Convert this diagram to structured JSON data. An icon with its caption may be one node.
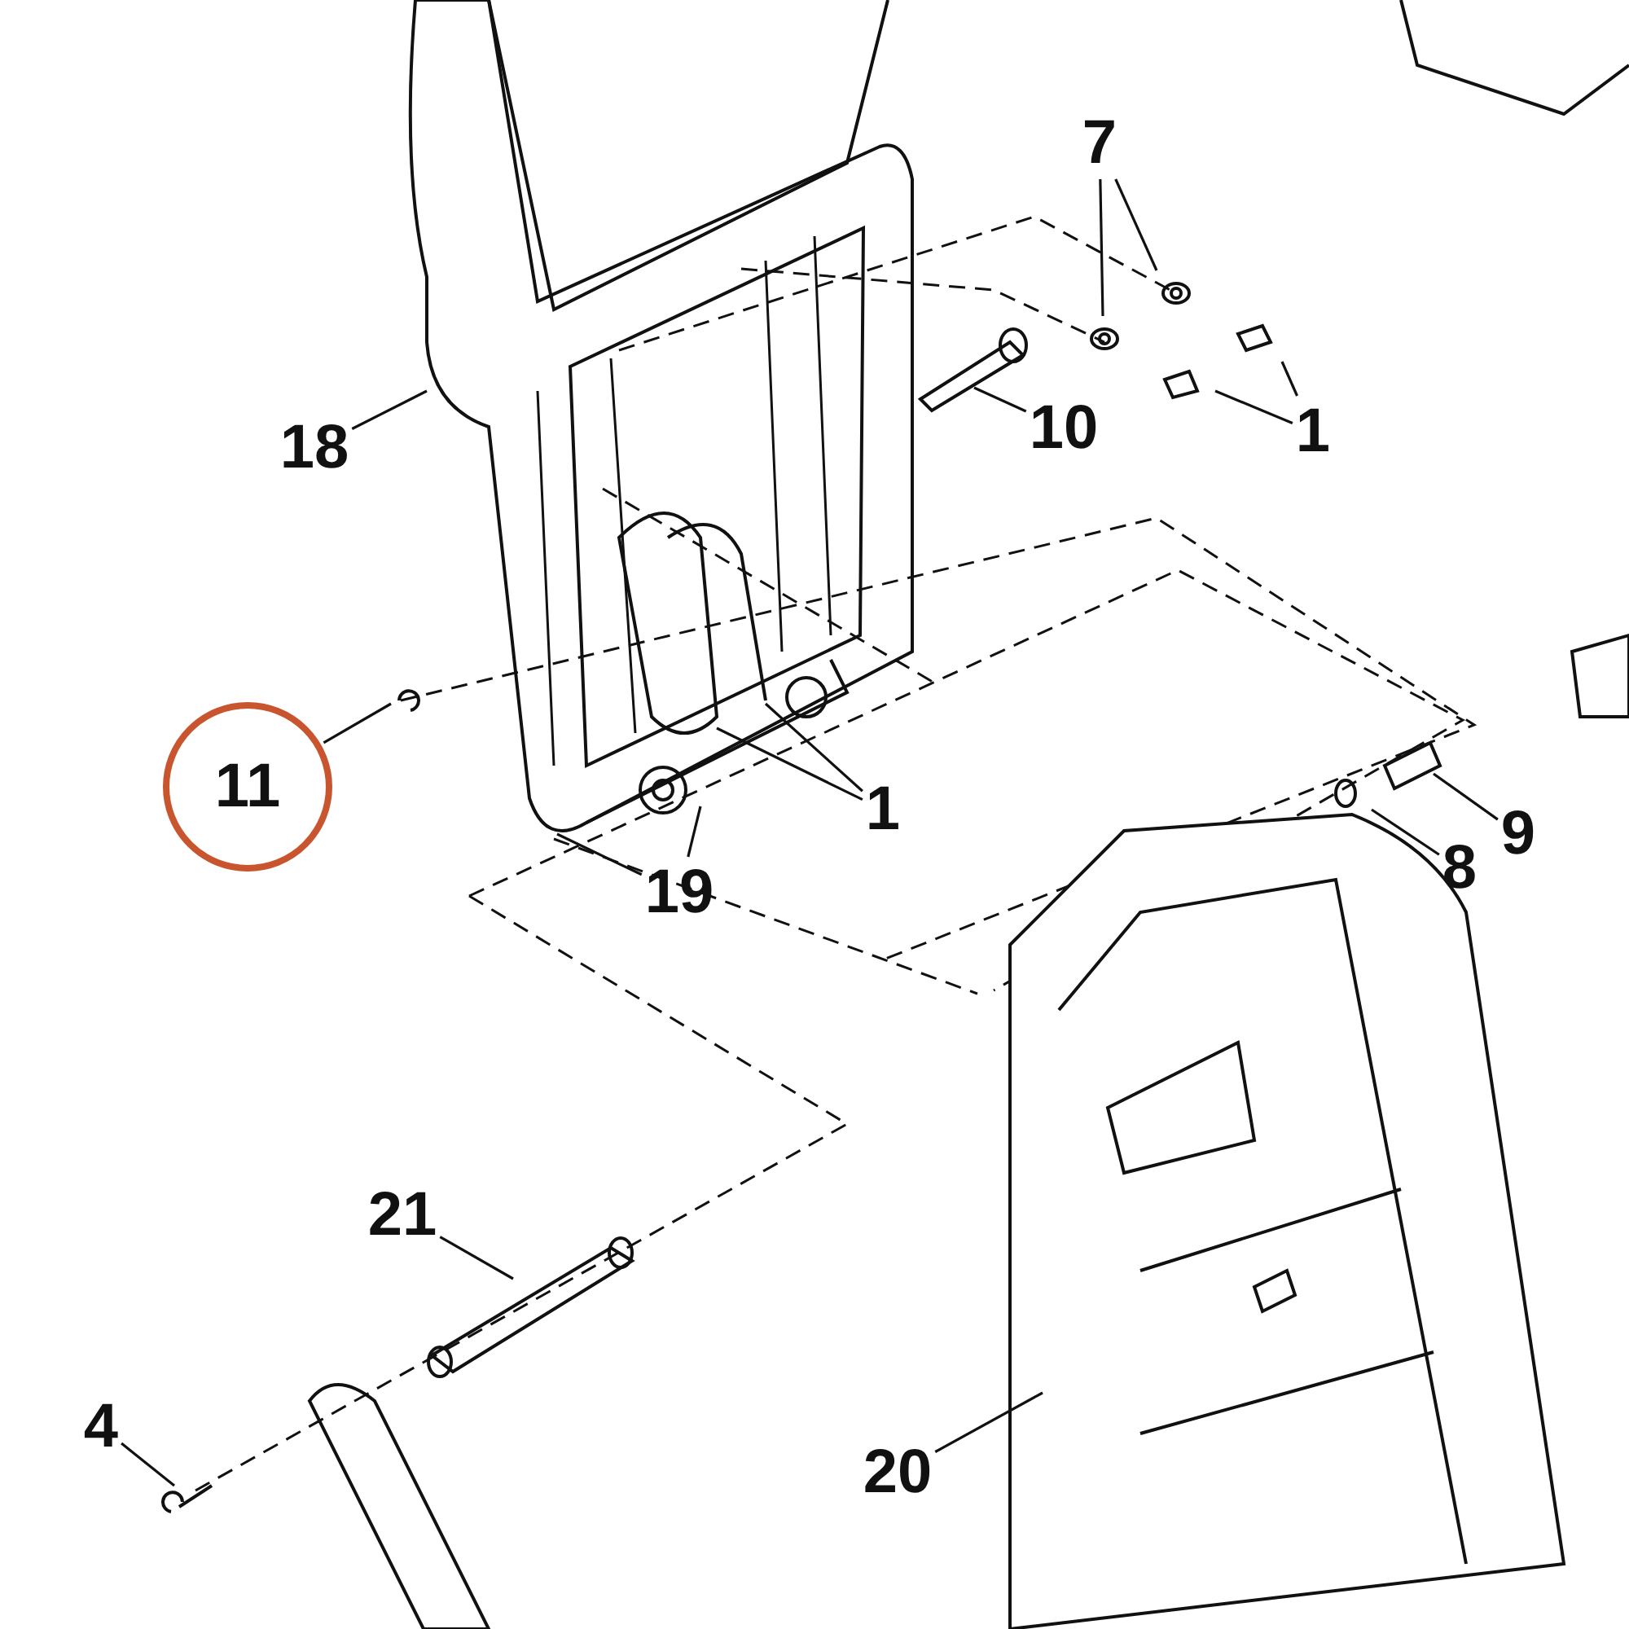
{
  "diagram": {
    "nodes": [
      {
        "text": [
          "7"
        ]
      },
      {
        "text": [
          "18"
        ]
      },
      {
        "text": [
          "10"
        ]
      },
      {
        "text": [
          "1"
        ]
      },
      {
        "text": [
          "11"
        ]
      },
      {
        "text": [
          "1"
        ]
      },
      {
        "text": [
          "9"
        ]
      },
      {
        "text": [
          "19"
        ]
      },
      {
        "text": [
          "8"
        ]
      },
      {
        "text": [
          "21"
        ]
      },
      {
        "text": [
          "4"
        ]
      },
      {
        "text": [
          "20"
        ]
      }
    ],
    "edges": [
      {
        "from": 0,
        "to": null,
        "arrow": "none"
      },
      {
        "from": 0,
        "to": null,
        "arrow": "none"
      },
      {
        "from": 1,
        "to": null,
        "arrow": "none"
      },
      {
        "from": 2,
        "to": null,
        "arrow": "none"
      },
      {
        "from": 3,
        "to": null,
        "arrow": "none"
      },
      {
        "from": 3,
        "to": null,
        "arrow": "none"
      },
      {
        "from": 4,
        "to": null,
        "arrow": "none"
      },
      {
        "from": 5,
        "to": null,
        "arrow": "none"
      },
      {
        "from": 5,
        "to": null,
        "arrow": "none"
      },
      {
        "from": 6,
        "to": null,
        "arrow": "none"
      },
      {
        "from": 7,
        "to": null,
        "arrow": "none"
      },
      {
        "from": 7,
        "to": null,
        "arrow": "none"
      },
      {
        "from": 8,
        "to": null,
        "arrow": "none"
      },
      {
        "from": 9,
        "to": null,
        "arrow": "none"
      },
      {
        "from": 10,
        "to": null,
        "arrow": "none"
      },
      {
        "from": 11,
        "to": null,
        "arrow": "none"
      }
    ]
  }
}
